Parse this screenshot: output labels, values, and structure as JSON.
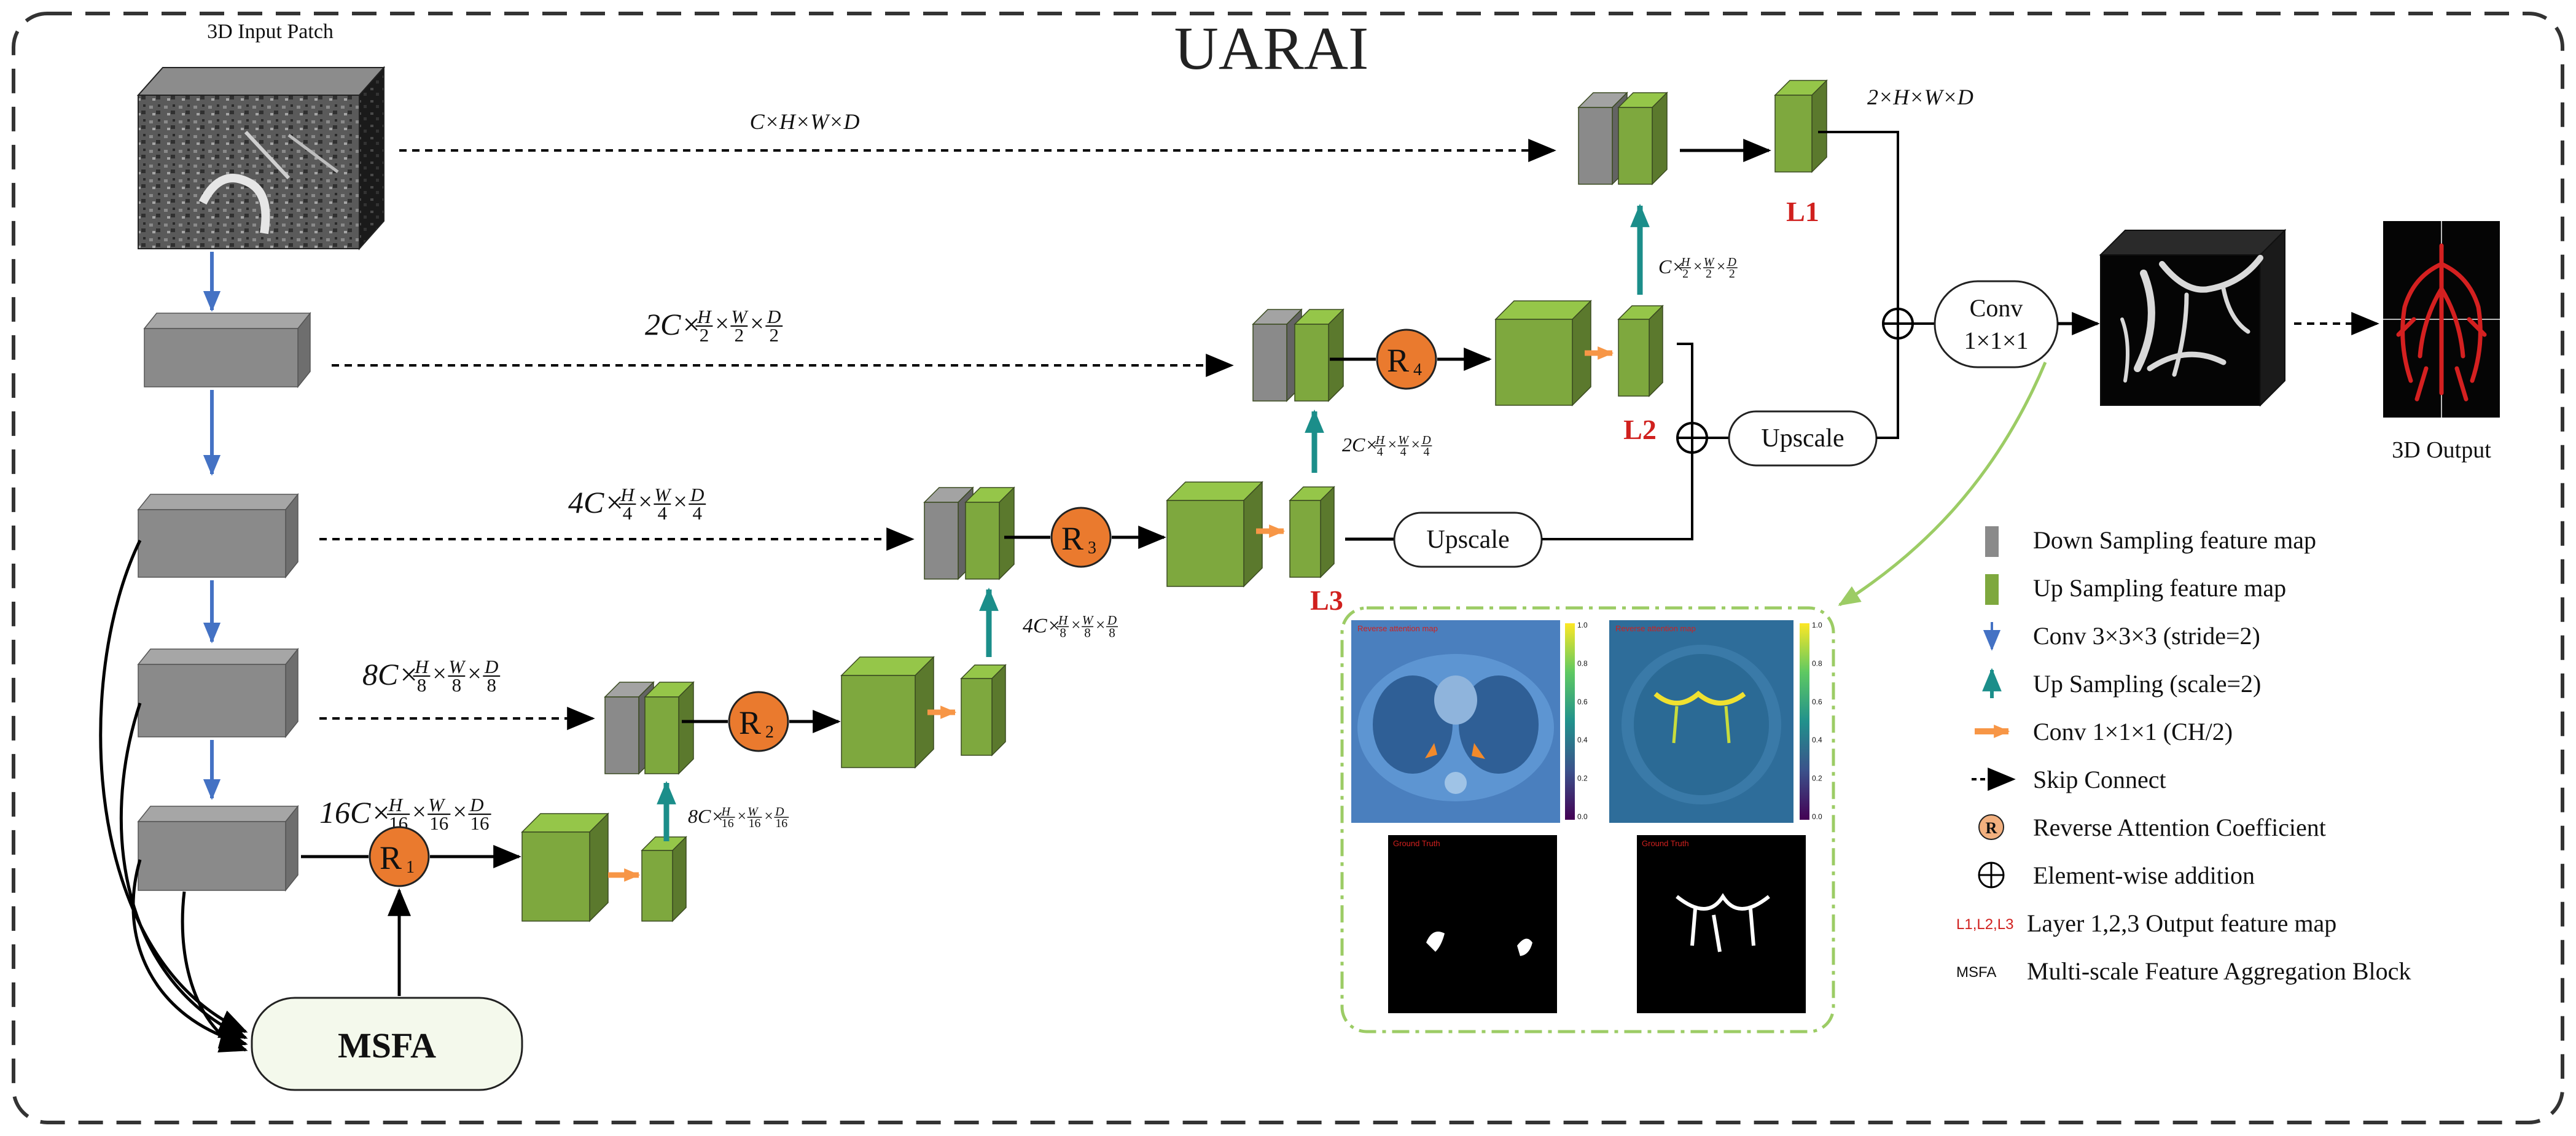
{
  "title": "UARAI",
  "input_label": "3D Input  Patch",
  "output_label": "3D Output",
  "msfa_label": "MSFA",
  "conv_label_line1": "Conv",
  "conv_label_line2": "1×1×1",
  "upscale_label": "Upscale",
  "level_labels": {
    "l1": "L1",
    "l2": "L2",
    "l3": "L3"
  },
  "attention_labels": {
    "r1": {
      "base": "R",
      "sub": "1"
    },
    "r2": {
      "base": "R",
      "sub": "2"
    },
    "r3": {
      "base": "R",
      "sub": "3"
    },
    "r4": {
      "base": "R",
      "sub": "4"
    }
  },
  "dims": {
    "skip1": {
      "lead": "C",
      "plain": "C×H×W×D"
    },
    "out1": {
      "plain": "2×H×W×D"
    },
    "skip2": {
      "lead": "2C",
      "den": "2"
    },
    "skip3": {
      "lead": "4C",
      "den": "4"
    },
    "skip4": {
      "lead": "8C",
      "den": "8"
    },
    "bottom": {
      "lead": "16C",
      "den": "16"
    },
    "up1": {
      "lead": "8C",
      "den": "16"
    },
    "up2": {
      "lead": "4C",
      "den": "8"
    },
    "up3": {
      "lead": "2C",
      "den": "4"
    },
    "up4": {
      "lead": "C",
      "den": "2"
    }
  },
  "frac_nums": {
    "h": "H",
    "w": "W",
    "d": "D"
  },
  "heatmap_titles": {
    "a": "Reverse attention map",
    "b": "Reverse attention map",
    "c": "Ground Truth",
    "d": "Ground Truth"
  },
  "colorbar_ticks": [
    "1.0",
    "0.8",
    "0.6",
    "0.4",
    "0.2",
    "0.0"
  ],
  "legend": [
    {
      "icon": "gray-block",
      "label": "Down Sampling feature map"
    },
    {
      "icon": "green-block",
      "label": "Up Sampling feature map"
    },
    {
      "icon": "blue-arrow",
      "label": "Conv 3×3×3 (stride=2)"
    },
    {
      "icon": "teal-arrow",
      "label": "Up Sampling (scale=2)"
    },
    {
      "icon": "orange-arrow",
      "label": "Conv 1×1×1 (CH/2)"
    },
    {
      "icon": "dashed-arrow",
      "label": "Skip Connect"
    },
    {
      "icon": "r-circle",
      "label": "Reverse Attention Coefficient",
      "glyph": "R"
    },
    {
      "icon": "oplus",
      "label": "Element-wise addition"
    },
    {
      "icon": "red-text",
      "label": "Layer 1,2,3 Output feature map",
      "glyph": "L1,L2,L3"
    },
    {
      "icon": "msfa-text",
      "label": "Multi-scale Feature Aggregation Block",
      "glyph": "MSFA"
    }
  ],
  "colors": {
    "gray": "#8a8a8a",
    "green": "#7ea83e",
    "blue": "#4472c4",
    "teal": "#1b8e8a",
    "orange": "#f79646",
    "attention": "#ea7a2e",
    "red": "#d0201e",
    "border_green": "#9ccc65"
  }
}
